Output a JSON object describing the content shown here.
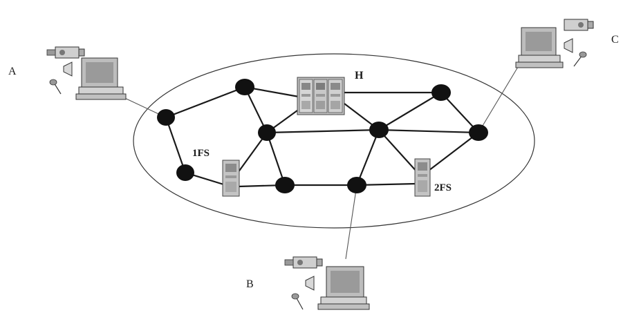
{
  "labels": {
    "terminal_a": "A",
    "terminal_b": "B",
    "terminal_c": "C",
    "server_h": "H",
    "server_1fs": "1FS",
    "server_2fs": "2FS"
  },
  "colors": {
    "line": "#1a1a1a",
    "node": "#111111",
    "server_fill": "#c9c9c9",
    "server_dark": "#8a8a8a",
    "monitor_fill": "#bdbdbd"
  },
  "icons": {
    "terminal": "multimedia-workstation-icon",
    "server_rack": "server-rack-icon",
    "camera": "video-camera-icon",
    "speaker": "speaker-icon",
    "microphone": "microphone-icon"
  }
}
